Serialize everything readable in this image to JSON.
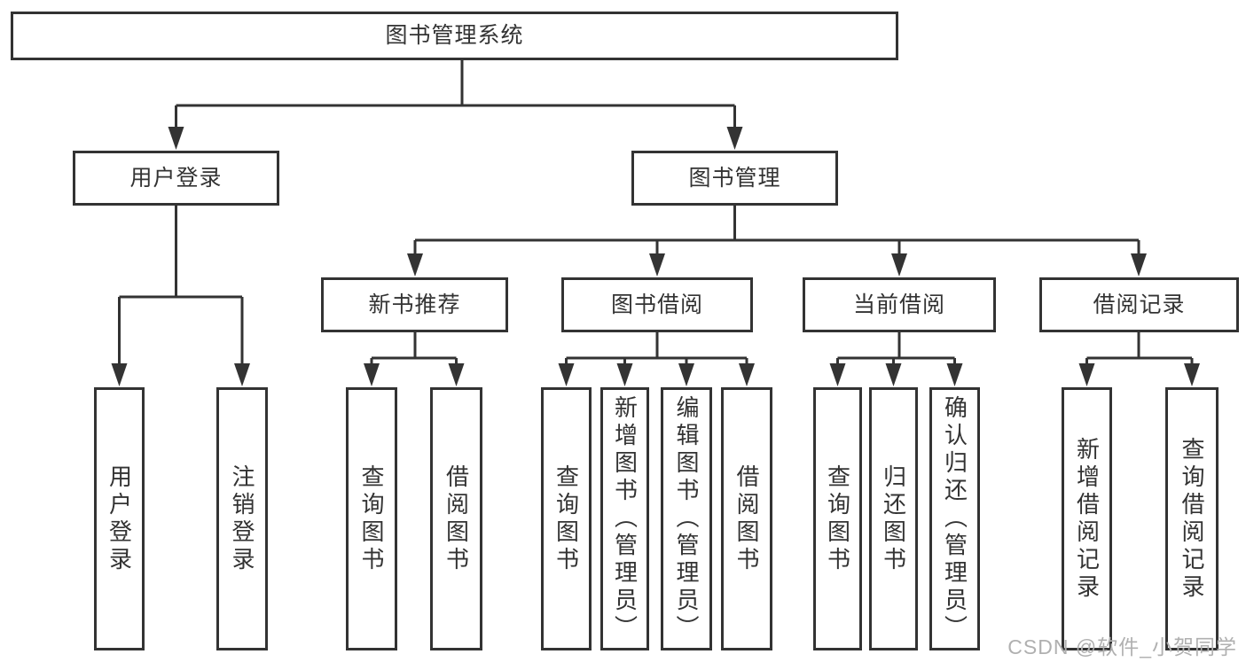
{
  "tree": {
    "root": "图书管理系统",
    "branches": [
      {
        "label": "用户登录",
        "children": [
          {
            "label": "用户登录"
          },
          {
            "label": "注销登录"
          }
        ]
      },
      {
        "label": "图书管理",
        "children": [
          {
            "label": "新书推荐",
            "children": [
              {
                "label": "查询图书"
              },
              {
                "label": "借阅图书"
              }
            ]
          },
          {
            "label": "图书借阅",
            "children": [
              {
                "label": "查询图书"
              },
              {
                "label": "新增图书（管理员）"
              },
              {
                "label": "编辑图书（管理员）"
              },
              {
                "label": "借阅图书"
              }
            ]
          },
          {
            "label": "当前借阅",
            "children": [
              {
                "label": "查询图书"
              },
              {
                "label": "归还图书"
              },
              {
                "label": "确认归还（管理员）"
              }
            ]
          },
          {
            "label": "借阅记录",
            "children": [
              {
                "label": "新增借阅记录"
              },
              {
                "label": "查询借阅记录"
              }
            ]
          }
        ]
      }
    ]
  },
  "watermark": "CSDN @软件_小贺同学",
  "colors": {
    "line": "#333333",
    "text": "#333333",
    "watermark": "#b0b0b0",
    "background": "#ffffff"
  }
}
